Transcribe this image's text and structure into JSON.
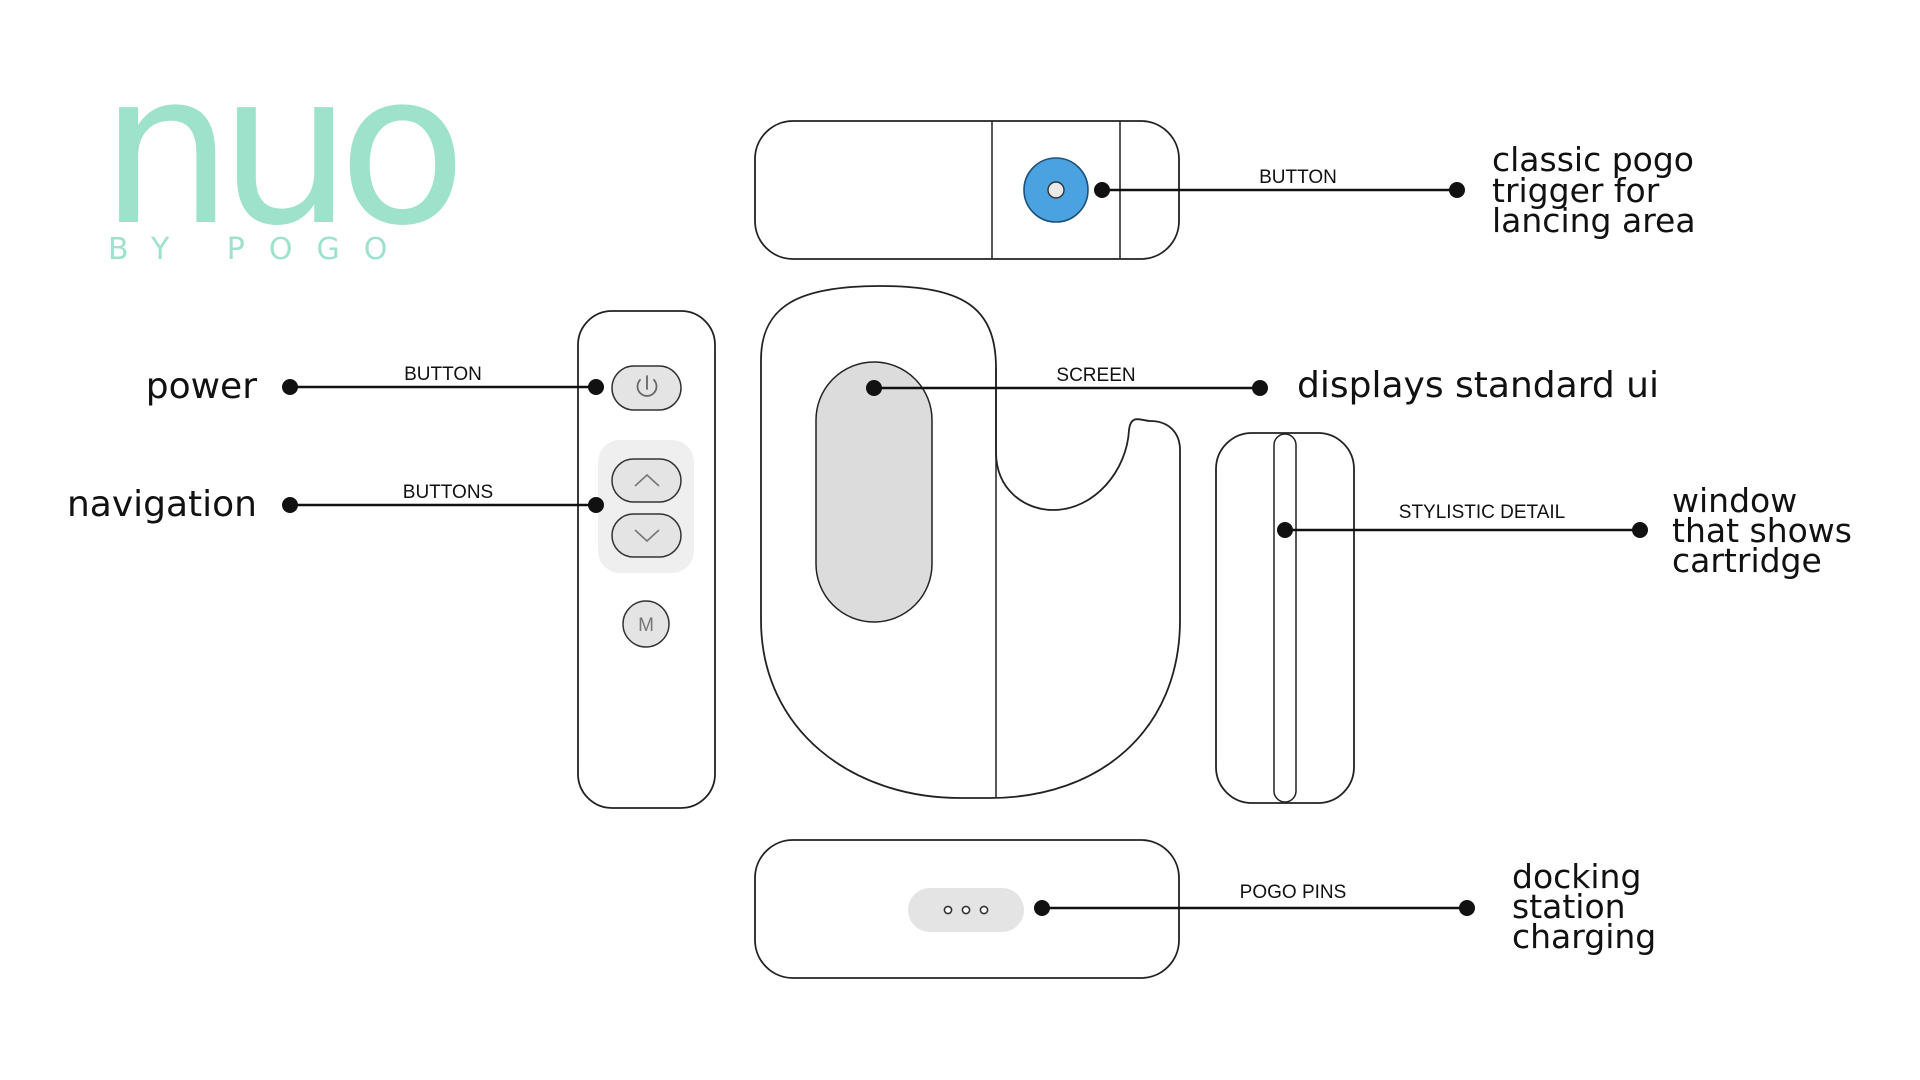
{
  "logo": {
    "word": "nuo",
    "subtitle": "BY POGO",
    "color": "#9fe2cb"
  },
  "colors": {
    "stroke": "#222222",
    "trigger_blue": "#4aa3e0",
    "screen_fill": "#dcdcdc",
    "button_fill": "#e4e4e4",
    "pad_fill": "#efefef"
  },
  "callouts": {
    "top_button": {
      "tag": "BUTTON",
      "desc_lines": [
        "classic pogo",
        "trigger for",
        "lancing area"
      ]
    },
    "power": {
      "tag": "BUTTON",
      "desc": "power"
    },
    "navigation": {
      "tag": "BUTTONS",
      "desc": "navigation"
    },
    "screen": {
      "tag": "SCREEN",
      "desc": "displays standard ui"
    },
    "window": {
      "tag": "STYLISTIC DETAIL",
      "desc_lines": [
        "window",
        "that shows",
        "cartridge"
      ]
    },
    "pogo_pins": {
      "tag": "POGO PINS",
      "desc_lines": [
        "docking",
        "station",
        "charging"
      ]
    }
  },
  "device": {
    "mode_button_label": "M",
    "power_icon": "power-icon",
    "up_icon": "chevron-up-icon",
    "down_icon": "chevron-down-icon"
  }
}
